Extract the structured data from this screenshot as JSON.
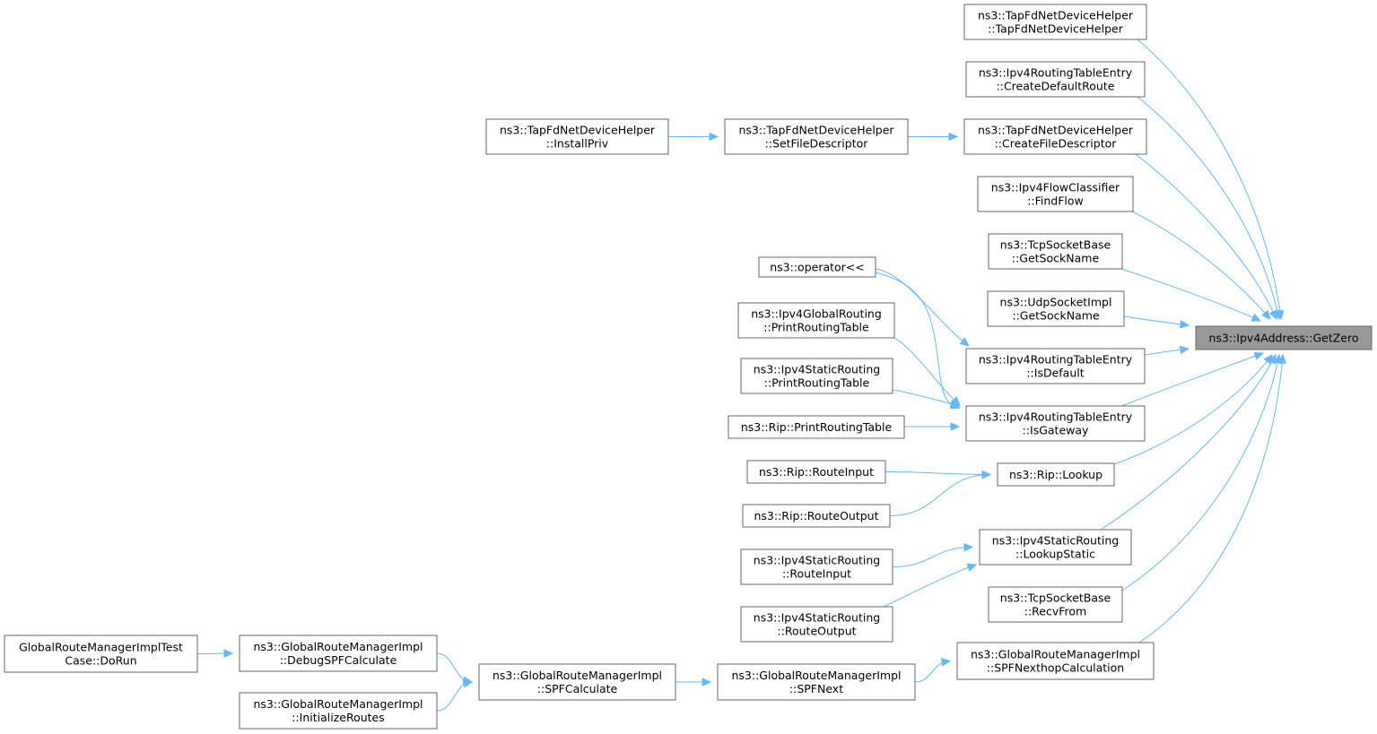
{
  "graph": {
    "focus": "ns3::Ipv4Address::GetZero",
    "nodes": [
      {
        "id": "getzero",
        "lines": [
          "ns3::Ipv4Address::GetZero"
        ],
        "focus": true
      },
      {
        "id": "tap_ctor",
        "lines": [
          "ns3::TapFdNetDeviceHelper",
          "::TapFdNetDeviceHelper"
        ]
      },
      {
        "id": "rte_createdefault",
        "lines": [
          "ns3::Ipv4RoutingTableEntry",
          "::CreateDefaultRoute"
        ]
      },
      {
        "id": "tap_createfd",
        "lines": [
          "ns3::TapFdNetDeviceHelper",
          "::CreateFileDescriptor"
        ]
      },
      {
        "id": "tap_setfd",
        "lines": [
          "ns3::TapFdNetDeviceHelper",
          "::SetFileDescriptor"
        ]
      },
      {
        "id": "tap_installpriv",
        "lines": [
          "ns3::TapFdNetDeviceHelper",
          "::InstallPriv"
        ]
      },
      {
        "id": "flowclass_findflow",
        "lines": [
          "ns3::Ipv4FlowClassifier",
          "::FindFlow"
        ]
      },
      {
        "id": "tcp_getsockname",
        "lines": [
          "ns3::TcpSocketBase",
          "::GetSockName"
        ]
      },
      {
        "id": "udp_getsockname",
        "lines": [
          "ns3::UdpSocketImpl",
          "::GetSockName"
        ]
      },
      {
        "id": "rte_isdefault",
        "lines": [
          "ns3::Ipv4RoutingTableEntry",
          "::IsDefault"
        ]
      },
      {
        "id": "operator_shift",
        "lines": [
          "ns3::operator<<"
        ]
      },
      {
        "id": "global_printrt",
        "lines": [
          "ns3::Ipv4GlobalRouting",
          "::PrintRoutingTable"
        ]
      },
      {
        "id": "static_printrt",
        "lines": [
          "ns3::Ipv4StaticRouting",
          "::PrintRoutingTable"
        ]
      },
      {
        "id": "rip_printrt",
        "lines": [
          "ns3::Rip::PrintRoutingTable"
        ]
      },
      {
        "id": "rte_isgateway",
        "lines": [
          "ns3::Ipv4RoutingTableEntry",
          "::IsGateway"
        ]
      },
      {
        "id": "rip_routeinput",
        "lines": [
          "ns3::Rip::RouteInput"
        ]
      },
      {
        "id": "rip_routeoutput",
        "lines": [
          "ns3::Rip::RouteOutput"
        ]
      },
      {
        "id": "rip_lookup",
        "lines": [
          "ns3::Rip::Lookup"
        ]
      },
      {
        "id": "static_routeinput",
        "lines": [
          "ns3::Ipv4StaticRouting",
          "::RouteInput"
        ]
      },
      {
        "id": "static_routeoutput",
        "lines": [
          "ns3::Ipv4StaticRouting",
          "::RouteOutput"
        ]
      },
      {
        "id": "static_lookupstatic",
        "lines": [
          "ns3::Ipv4StaticRouting",
          "::LookupStatic"
        ]
      },
      {
        "id": "tcp_recvfrom",
        "lines": [
          "ns3::TcpSocketBase",
          "::RecvFrom"
        ]
      },
      {
        "id": "grm_dorun",
        "lines": [
          "GlobalRouteManagerImplTest",
          "Case::DoRun"
        ]
      },
      {
        "id": "grm_debugspf",
        "lines": [
          "ns3::GlobalRouteManagerImpl",
          "::DebugSPFCalculate"
        ]
      },
      {
        "id": "grm_initroutes",
        "lines": [
          "ns3::GlobalRouteManagerImpl",
          "::InitializeRoutes"
        ]
      },
      {
        "id": "grm_spfcalc",
        "lines": [
          "ns3::GlobalRouteManagerImpl",
          "::SPFCalculate"
        ]
      },
      {
        "id": "grm_spfnext",
        "lines": [
          "ns3::GlobalRouteManagerImpl",
          "::SPFNext"
        ]
      },
      {
        "id": "grm_spfnexthop",
        "lines": [
          "ns3::GlobalRouteManagerImpl",
          "::SPFNexthopCalculation"
        ]
      }
    ],
    "edges": [
      {
        "from": "tap_ctor",
        "to": "getzero"
      },
      {
        "from": "rte_createdefault",
        "to": "getzero"
      },
      {
        "from": "tap_createfd",
        "to": "getzero"
      },
      {
        "from": "tap_setfd",
        "to": "tap_createfd"
      },
      {
        "from": "tap_installpriv",
        "to": "tap_setfd"
      },
      {
        "from": "flowclass_findflow",
        "to": "getzero"
      },
      {
        "from": "tcp_getsockname",
        "to": "getzero"
      },
      {
        "from": "udp_getsockname",
        "to": "getzero"
      },
      {
        "from": "rte_isdefault",
        "to": "getzero"
      },
      {
        "from": "operator_shift",
        "to": "rte_isdefault"
      },
      {
        "from": "operator_shift",
        "to": "rte_isgateway"
      },
      {
        "from": "global_printrt",
        "to": "rte_isgateway"
      },
      {
        "from": "static_printrt",
        "to": "rte_isgateway"
      },
      {
        "from": "rip_printrt",
        "to": "rte_isgateway"
      },
      {
        "from": "rte_isgateway",
        "to": "getzero"
      },
      {
        "from": "rip_routeinput",
        "to": "rip_lookup"
      },
      {
        "from": "rip_routeoutput",
        "to": "rip_lookup"
      },
      {
        "from": "rip_lookup",
        "to": "getzero"
      },
      {
        "from": "static_routeinput",
        "to": "static_lookupstatic"
      },
      {
        "from": "static_routeoutput",
        "to": "static_lookupstatic"
      },
      {
        "from": "static_lookupstatic",
        "to": "getzero"
      },
      {
        "from": "tcp_recvfrom",
        "to": "getzero"
      },
      {
        "from": "grm_dorun",
        "to": "grm_debugspf"
      },
      {
        "from": "grm_debugspf",
        "to": "grm_spfcalc"
      },
      {
        "from": "grm_initroutes",
        "to": "grm_spfcalc"
      },
      {
        "from": "grm_spfcalc",
        "to": "grm_spfnext"
      },
      {
        "from": "grm_spfnext",
        "to": "grm_spfnexthop"
      },
      {
        "from": "grm_spfnexthop",
        "to": "getzero"
      }
    ]
  }
}
